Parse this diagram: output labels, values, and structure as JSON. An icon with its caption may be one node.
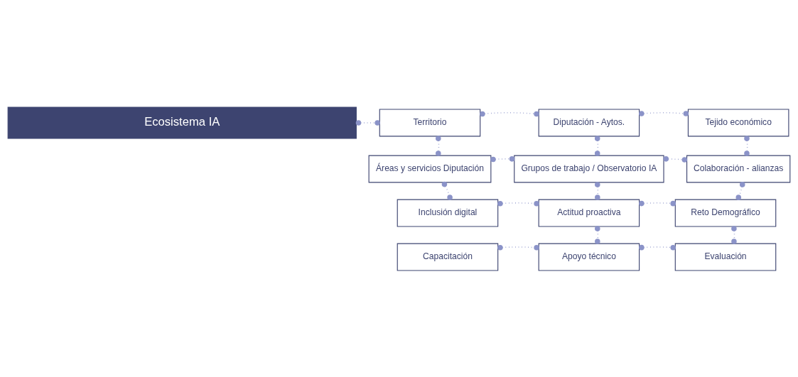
{
  "diagram": {
    "nodes": [
      {
        "text": [
          "Ecosistema IA"
        ]
      },
      {
        "text": [
          "Territorio"
        ]
      },
      {
        "text": [
          "Diputación - Aytos."
        ]
      },
      {
        "text": [
          "Tejido económico"
        ]
      },
      {
        "text": [
          "Áreas y servicios Diputación"
        ]
      },
      {
        "text": [
          "Grupos de trabajo / Observatorio IA"
        ]
      },
      {
        "text": [
          "Colaboración - alianzas"
        ]
      },
      {
        "text": [
          "Inclusión digital"
        ]
      },
      {
        "text": [
          "Actitud proactiva"
        ]
      },
      {
        "text": [
          "Reto Demográfico"
        ]
      },
      {
        "text": [
          "Capacitación"
        ]
      },
      {
        "text": [
          "Apoyo técnico"
        ]
      },
      {
        "text": [
          "Evaluación"
        ]
      }
    ],
    "edges": [
      {
        "from": 0,
        "to": 1,
        "arrow": "other",
        "style": "dashed"
      },
      {
        "from": 1,
        "to": 2,
        "arrow": "other",
        "style": "dashed"
      },
      {
        "from": 2,
        "to": 3,
        "arrow": "other",
        "style": "dashed"
      },
      {
        "from": 1,
        "to": 4,
        "arrow": "other",
        "style": "dashed"
      },
      {
        "from": 2,
        "to": 5,
        "arrow": "other",
        "style": "dashed"
      },
      {
        "from": 3,
        "to": 6,
        "arrow": "other",
        "style": "dashed"
      },
      {
        "from": 4,
        "to": 5,
        "arrow": "other",
        "style": "dashed"
      },
      {
        "from": 5,
        "to": 6,
        "arrow": "other",
        "style": "dashed"
      },
      {
        "from": 4,
        "to": 7,
        "arrow": "other",
        "style": "dashed"
      },
      {
        "from": 5,
        "to": 8,
        "arrow": "other",
        "style": "dashed"
      },
      {
        "from": 6,
        "to": 9,
        "arrow": "other",
        "style": "dashed"
      },
      {
        "from": 7,
        "to": 8,
        "arrow": "other",
        "style": "dashed"
      },
      {
        "from": 8,
        "to": 9,
        "arrow": "other",
        "style": "dashed"
      },
      {
        "from": 8,
        "to": 11,
        "arrow": "other",
        "style": "dashed"
      },
      {
        "from": 9,
        "to": 12,
        "arrow": "other",
        "style": "dashed"
      },
      {
        "from": 10,
        "to": 11,
        "arrow": "other",
        "style": "dashed"
      },
      {
        "from": 11,
        "to": 12,
        "arrow": "other",
        "style": "dashed"
      }
    ]
  }
}
